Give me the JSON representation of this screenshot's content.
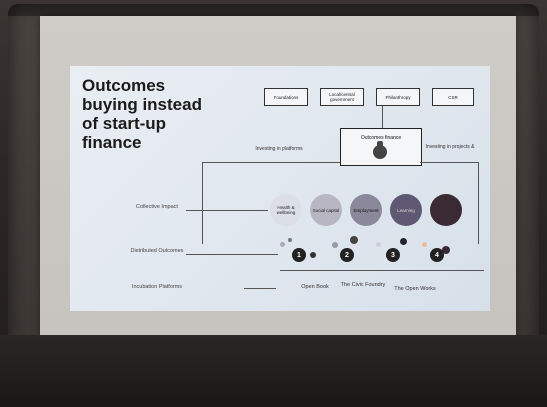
{
  "slide": {
    "title_lines": [
      "Outcomes",
      "buying instead",
      "of start-up",
      "finance"
    ],
    "top_boxes": [
      "Foundations",
      "Local/central government",
      "Philanthropy",
      "CSR"
    ],
    "outcomes_finance_label": "Outcomes finance",
    "investing_platforms": "Investing in platforms",
    "investing_projects": "Investing in projects &",
    "row_labels": {
      "collective": "Collective Impact",
      "distributed": "Distributed Outcomes",
      "incubation": "Incubation Platforms"
    },
    "circles": [
      "Health & wellbeing",
      "Social capital",
      "Employment",
      "Learning",
      ""
    ],
    "numbers": [
      "1",
      "2",
      "3",
      "4"
    ],
    "platforms": [
      "Open Book",
      "The Civic Foundry",
      "The Open Works"
    ]
  },
  "colors": {
    "circle_1": "#dcdfe8",
    "circle_2": "#b9b6c4",
    "circle_3": "#8c889c",
    "circle_4": "#5f5872",
    "circle_5": "#3a2a33"
  }
}
